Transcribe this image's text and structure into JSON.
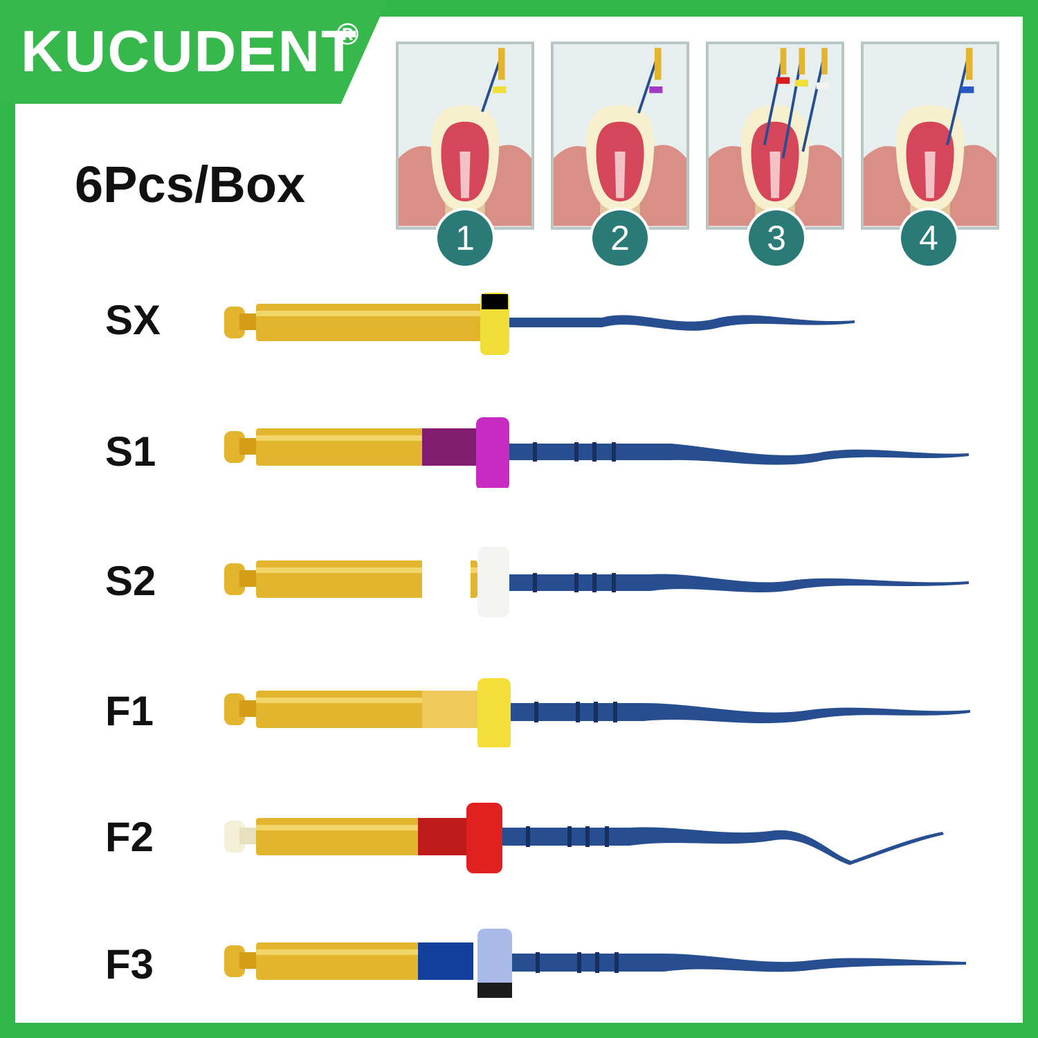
{
  "brand": {
    "name": "KUCUDENT",
    "mark": "®"
  },
  "pack_label": "6Pcs/Box",
  "steps": [
    {
      "number": "1",
      "instruments": [
        "yellow"
      ]
    },
    {
      "number": "2",
      "instruments": [
        "purple"
      ]
    },
    {
      "number": "3",
      "instruments": [
        "red",
        "yellow",
        "white"
      ]
    },
    {
      "number": "4",
      "instruments": [
        "blue"
      ]
    }
  ],
  "files": [
    {
      "label": "SX",
      "ring_color": "#f1df39",
      "band_color": "#f4ec8f",
      "stopper_color": "#f1df39",
      "handle_cap": "gold"
    },
    {
      "label": "S1",
      "ring_color": "#b61da8",
      "band_color": "#811c70",
      "stopper_color": "#c72bc0",
      "handle_cap": "gold"
    },
    {
      "label": "S2",
      "ring_color": "#f7f4ef",
      "band_color": "#ffffff",
      "stopper_color": "#f3f3f1",
      "handle_cap": "gold"
    },
    {
      "label": "F1",
      "ring_color": "#f4de39",
      "band_color": "#f0c95c",
      "stopper_color": "#f4de39",
      "handle_cap": "gold"
    },
    {
      "label": "F2",
      "ring_color": "#d61d1d",
      "band_color": "#be1b1b",
      "stopper_color": "#e12020",
      "handle_cap": "white"
    },
    {
      "label": "F3",
      "ring_color": "#9fb3ea",
      "band_color": "#123f9c",
      "stopper_color": "#a9b9e8",
      "handle_cap": "gold"
    }
  ],
  "colors": {
    "brand_green": "#36b84c",
    "gold_shank": "#e3b52f",
    "blue_file": "#274e91",
    "step_badge": "#2a7a77"
  }
}
